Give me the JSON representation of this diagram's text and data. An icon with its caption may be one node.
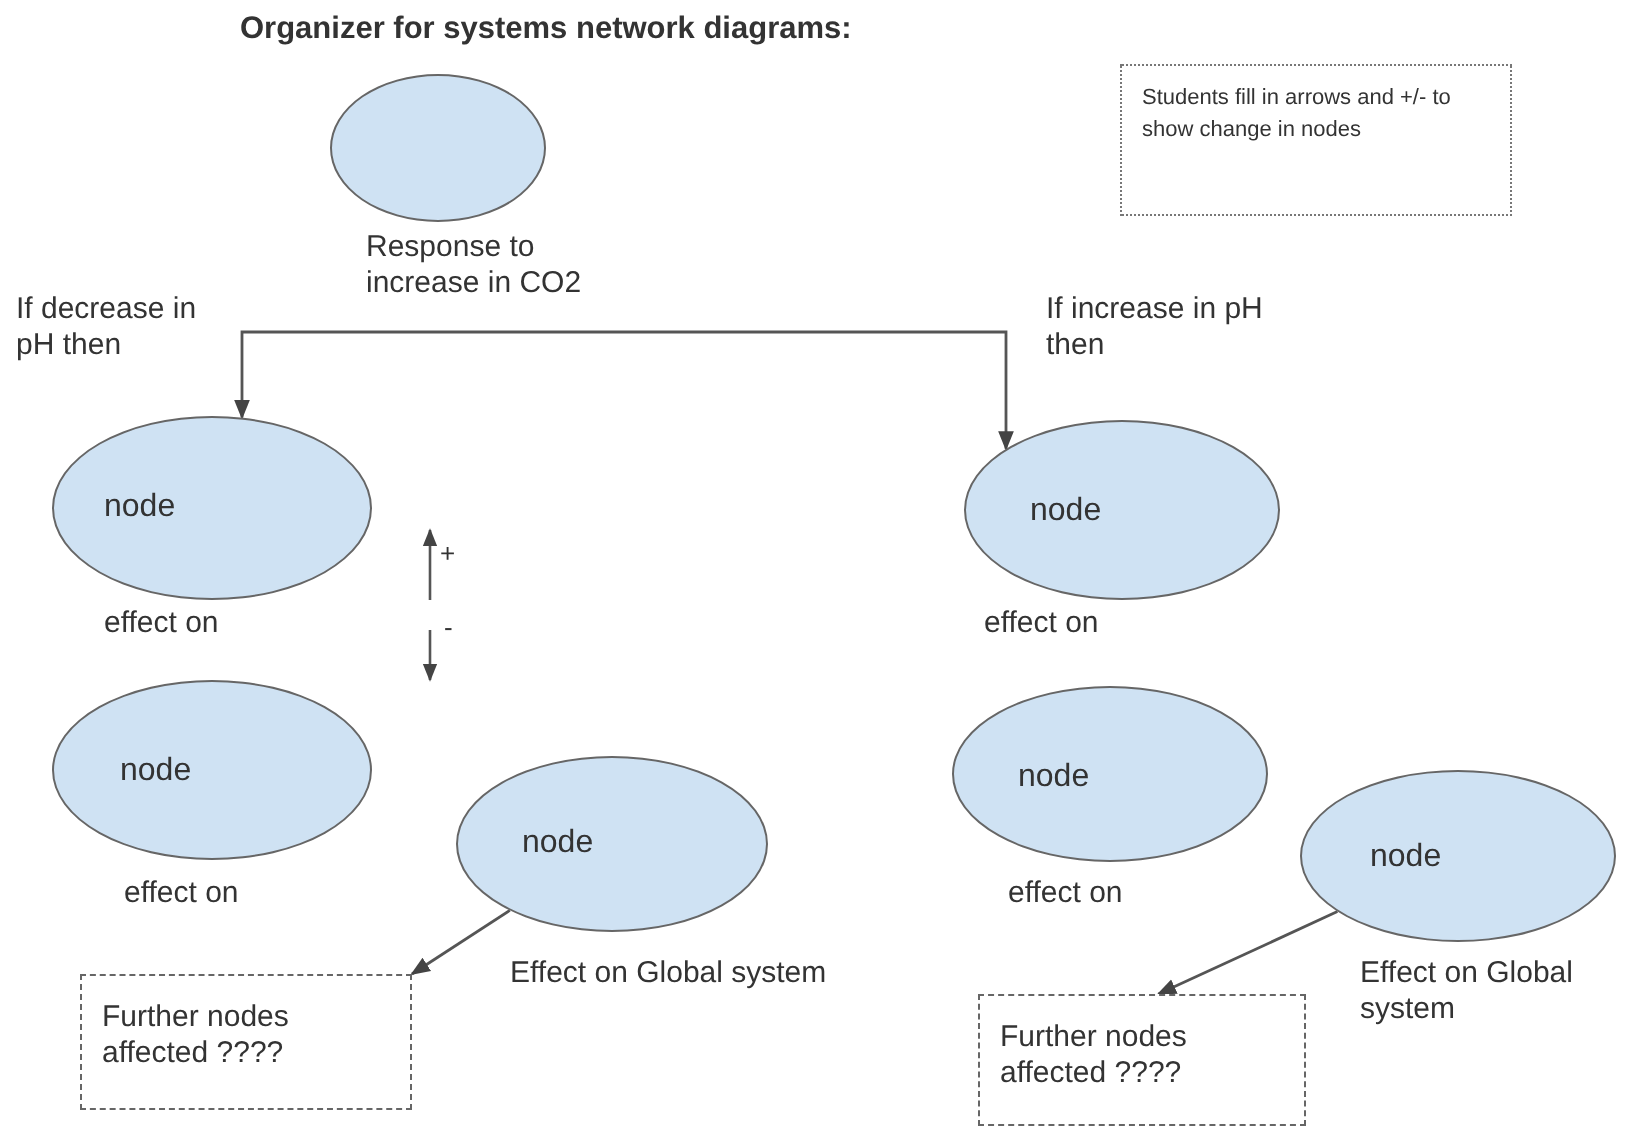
{
  "diagram": {
    "title": "Organizer for systems network diagrams:",
    "nodes": [
      {
        "text": [],
        "shape": "ellipse",
        "beside": [
          "Response to increase in CO2"
        ]
      },
      {
        "text": [
          "node"
        ],
        "beside": [
          "effect on"
        ]
      },
      {
        "text": [
          "node"
        ],
        "beside": [
          "effect on"
        ]
      },
      {
        "text": [
          "node"
        ],
        "beside": [
          "Effect on Global system"
        ]
      },
      {
        "text": [
          "Further nodes affected ????"
        ]
      },
      {
        "text": [
          "node"
        ],
        "beside": [
          "effect on"
        ]
      },
      {
        "text": [
          "node"
        ],
        "beside": [
          "effect on"
        ]
      },
      {
        "text": [
          "node"
        ],
        "beside": [
          "Effect on Global system"
        ]
      },
      {
        "text": [
          "Further nodes affected ????"
        ]
      },
      {
        "text": [
          "Students fill in arrows and +/- to show change in nodes"
        ]
      }
    ],
    "edges": [
      {
        "from": null,
        "to": 1,
        "arrow": "to",
        "label": "If decrease in pH then"
      },
      {
        "from": null,
        "to": 5,
        "arrow": "to",
        "label": "If increase in pH then"
      },
      {
        "from": 3,
        "to": 4,
        "arrow": "to"
      },
      {
        "from": 7,
        "to": 8,
        "arrow": "to"
      }
    ],
    "labels": [
      "+",
      "-"
    ]
  }
}
